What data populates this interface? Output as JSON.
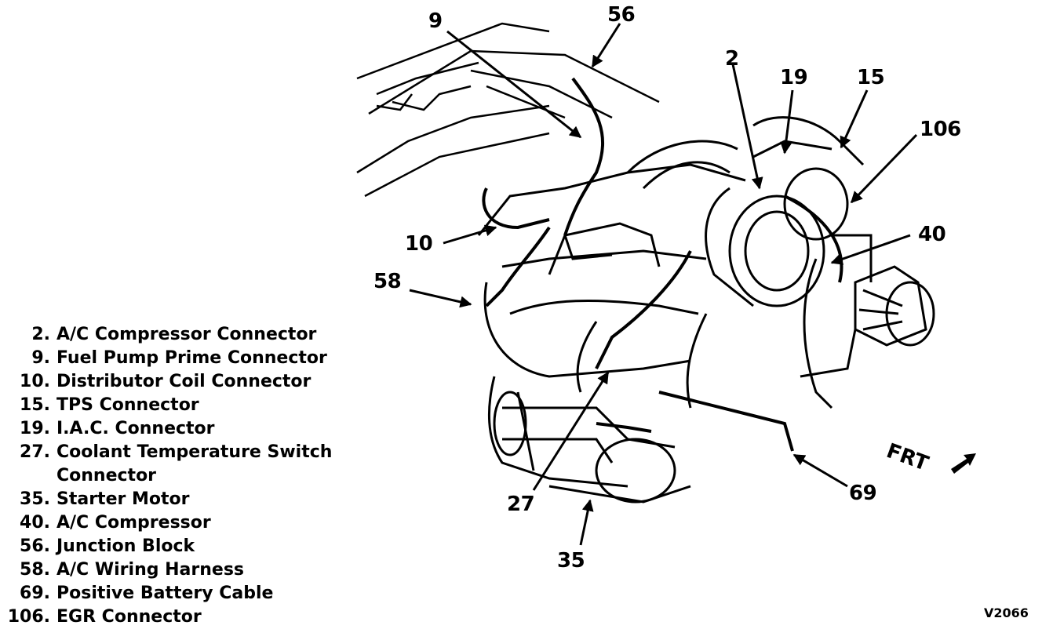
{
  "callouts": [
    {
      "id": "c9",
      "label": "9"
    },
    {
      "id": "c56",
      "label": "56"
    },
    {
      "id": "c2",
      "label": "2"
    },
    {
      "id": "c19",
      "label": "19"
    },
    {
      "id": "c15",
      "label": "15"
    },
    {
      "id": "c106",
      "label": "106"
    },
    {
      "id": "c40",
      "label": "40"
    },
    {
      "id": "c10",
      "label": "10"
    },
    {
      "id": "c58",
      "label": "58"
    },
    {
      "id": "c27",
      "label": "27"
    },
    {
      "id": "c69",
      "label": "69"
    },
    {
      "id": "c35",
      "label": "35"
    }
  ],
  "legend": [
    {
      "num": "2.",
      "text": "A/C Compressor  Connector"
    },
    {
      "num": "9.",
      "text": "Fuel Pump Prime Connector"
    },
    {
      "num": "10.",
      "text": "Distributor Coil Connector"
    },
    {
      "num": "15.",
      "text": "TPS Connector"
    },
    {
      "num": "19.",
      "text": "I.A.C. Connector"
    },
    {
      "num": "27.",
      "text": "Coolant Temperature Switch"
    },
    {
      "num": "",
      "text": "Connector"
    },
    {
      "num": "35.",
      "text": "Starter Motor"
    },
    {
      "num": "40.",
      "text": "A/C Compressor"
    },
    {
      "num": "56.",
      "text": "Junction Block"
    },
    {
      "num": "58.",
      "text": "A/C Wiring Harness"
    },
    {
      "num": "69.",
      "text": "Positive Battery Cable"
    },
    {
      "num": "106.",
      "text": "EGR Connector"
    }
  ],
  "direction_label": "FRT",
  "figure_code": "V2066"
}
